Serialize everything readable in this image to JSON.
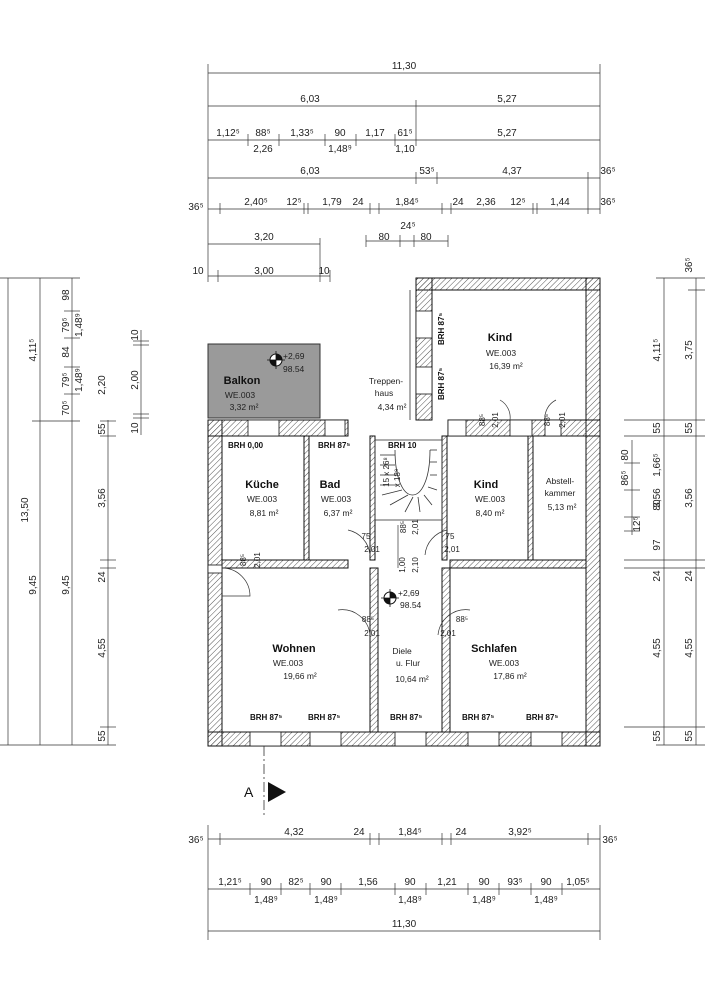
{
  "dims_top": {
    "r1": [
      "11,30"
    ],
    "r2": [
      "6,03",
      "5,27"
    ],
    "r3": [
      "1,12⁵",
      "88⁵",
      "1,33⁵",
      "90",
      "1,17",
      "61⁵",
      "5,27"
    ],
    "r3b": [
      "2,26",
      "1,48⁹",
      "1,10"
    ],
    "r4": [
      "6,03",
      "53⁵",
      "4,37",
      "36⁵"
    ],
    "r5": [
      "36⁵",
      "2,40⁵",
      "12⁵",
      "1,79",
      "24",
      "1,84⁵",
      "24",
      "2,36",
      "12⁵",
      "1,44",
      "36⁵"
    ],
    "r6": [
      "80",
      "24⁵",
      "80"
    ],
    "r7": [
      "3,20"
    ],
    "r8": [
      "10",
      "3,00",
      "10"
    ]
  },
  "dims_bottom": {
    "r1": [
      "36⁵",
      "4,32",
      "24",
      "1,84⁵",
      "24",
      "3,92⁵",
      "36⁵"
    ],
    "r2": [
      "1,21⁵",
      "90",
      "82⁵",
      "90",
      "1,56",
      "90",
      "1,21",
      "90",
      "93⁵",
      "90",
      "1,05⁵"
    ],
    "r2b": [
      "1,48⁹",
      "1,48⁹",
      "1,48⁹",
      "1,48⁹",
      "1,48⁹"
    ],
    "r3": [
      "11,30"
    ]
  },
  "dims_left": {
    "outer": [
      "13,50"
    ],
    "c2": [
      "4,11⁵",
      "9,45"
    ],
    "c3": [
      "98",
      "79⁵",
      "84",
      "79⁵",
      "70⁵",
      "9,45"
    ],
    "c3b": [
      "1,48⁹",
      "1,48⁹"
    ],
    "c4": [
      "10",
      "2,00",
      "10"
    ],
    "c5": [
      "55",
      "2,20",
      "3,56",
      "24",
      "4,55",
      "55"
    ]
  },
  "dims_right": {
    "c1": [
      "80",
      "86⁵",
      "12⁵"
    ],
    "c2": [
      "1,66⁵",
      "80",
      "97"
    ],
    "c3": [
      "4,11⁵",
      "55",
      "3,56",
      "24",
      "4,55",
      "55"
    ],
    "c4": [
      "36⁵",
      "3,75",
      "55",
      "3,56",
      "24",
      "4,55",
      "55"
    ]
  },
  "rooms": {
    "balkon": {
      "name": "Balkon",
      "we": "WE.003",
      "area": "3,32 m²"
    },
    "kind_top": {
      "name": "Kind",
      "we": "WE.003",
      "area": "16,39 m²"
    },
    "treppenhaus": {
      "line1": "Treppen-",
      "line2": "haus",
      "area": "4,34 m²"
    },
    "kueche": {
      "name": "Küche",
      "we": "WE.003",
      "area": "8,81 m²"
    },
    "bad": {
      "name": "Bad",
      "we": "WE.003",
      "area": "6,37 m²"
    },
    "kind_mid": {
      "name": "Kind",
      "we": "WE.003",
      "area": "8,40 m²"
    },
    "abstell": {
      "line1": "Abstell-",
      "line2": "kammer",
      "area": "5,13 m²"
    },
    "wohnen": {
      "name": "Wohnen",
      "we": "WE.003",
      "area": "19,66 m²"
    },
    "diele": {
      "line1": "Diele",
      "line2": "u. Flur",
      "area": "10,64 m²"
    },
    "schlafen": {
      "name": "Schlafen",
      "we": "WE.003",
      "area": "17,86 m²"
    }
  },
  "brh": {
    "kueche": "BRH 0,00",
    "bad": "BRH 87⁵",
    "stair": "BRH 10",
    "t1": "BRH 87⁵",
    "t2": "BRH 87⁵",
    "b1": "BRH 87⁵",
    "b2": "BRH 87⁵",
    "b3": "BRH 87⁵",
    "b4": "BRH 87⁵",
    "b5": "BRH 87⁵"
  },
  "levels": {
    "balkon_top": "+2,69",
    "balkon_bottom": "98.54",
    "flur_top": "+2,69",
    "flur_bottom": "98.54"
  },
  "doors": {
    "d1": "88⁵",
    "d1b": "2,01",
    "d2": "75",
    "d2b": "2,01",
    "d3": "75",
    "d3b": "2,01",
    "d4": "88⁵",
    "d4b": "2,01",
    "d5": "88⁵",
    "d5b": "2,01",
    "d6": "88⁵",
    "d6b": "2,01",
    "d7": "88⁵",
    "d7b": "2,01",
    "d8": "88⁵",
    "d8b": "2,01",
    "d9": "1,00",
    "d9b": "2,10"
  },
  "stairs": {
    "a": "15 x 26⁸",
    "b": "x 18⁸"
  },
  "section": "A"
}
